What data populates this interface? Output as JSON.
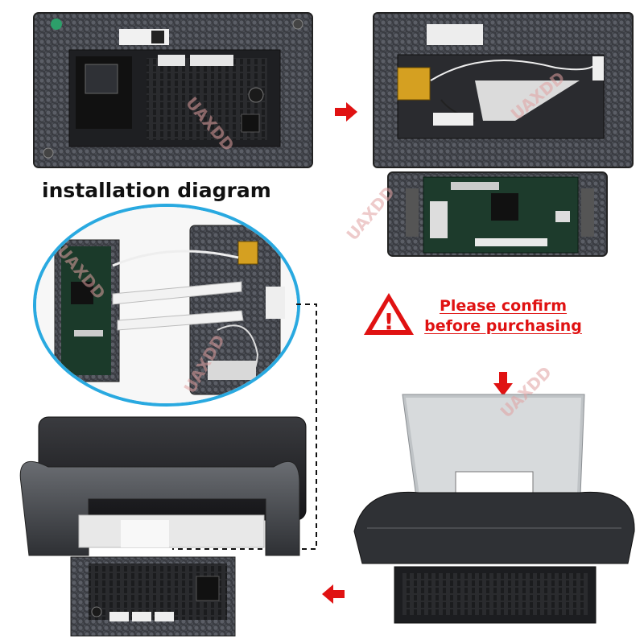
{
  "labels": {
    "heading": "installation diagram",
    "confirm_line1": "Please confirm",
    "confirm_line2": "before purchasing",
    "warning_glyph": "!",
    "watermark": "UAXDD"
  },
  "colors": {
    "accent_red": "#e01212",
    "callout_blue": "#29a9e0",
    "panel_dark": "#2b2b2e",
    "bezel_gray": "#5a5c60"
  },
  "icons": [
    "arrow-right-icon",
    "arrow-down-icon",
    "arrow-left-icon",
    "warning-triangle-icon"
  ]
}
